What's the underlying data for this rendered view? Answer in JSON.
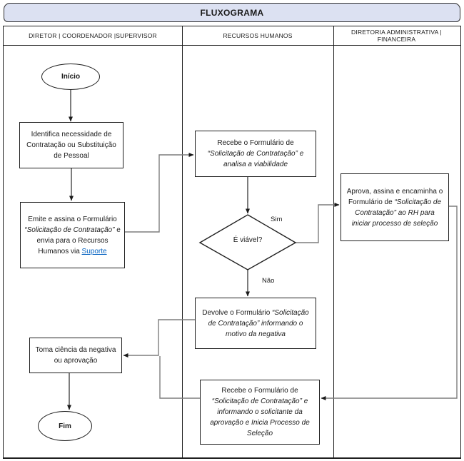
{
  "title": "FLUXOGRAMA",
  "lanes": {
    "lane1": "DIRETOR | COORDENADOR |SUPERVISOR",
    "lane2": "RECURSOS HUMANOS",
    "lane3": "DIRETORIA ADMINISTRATIVA | FINANCEIRA"
  },
  "nodes": {
    "start": "Início",
    "identifica": "Identifica necessidade de Contratação ou Substituição de Pessoal",
    "emite": {
      "p1": "Emite e assina o Formulário ",
      "p2": "“Solicitação de Contratação”",
      "p3": " e envia para o Recursos Humanos via ",
      "link": "Suporte"
    },
    "recebe1": {
      "p1": "Recebe o Formulário de ",
      "p2": "“Solicitação de Contratação” e analisa a viabilidade"
    },
    "decision": "É viável?",
    "devolve": {
      "p1": "Devolve o Formulário ",
      "p2": "“Solicitação de Contratação” informando o motivo da negativa"
    },
    "toma": "Toma ciência da negativa ou aprovação",
    "fim": "Fim",
    "aprova": {
      "p1": "Aprova, assina e encaminha o Formulário de ",
      "p2": "“Solicitação de Contratação” ao RH para iniciar processo de seleção"
    },
    "recebe2": {
      "p1": "Recebe o Formulário de ",
      "p2": "“Solicitação de Contratação” e informando o solicitante da aprovação e Inicia Processo de Seleção"
    }
  },
  "branch_labels": {
    "yes": "Sim",
    "no": "Não"
  },
  "colors": {
    "title_fill": "#dce1f2",
    "border": "#1f1f1f",
    "connector": "#7d7d7d",
    "link": "#0563c1"
  }
}
